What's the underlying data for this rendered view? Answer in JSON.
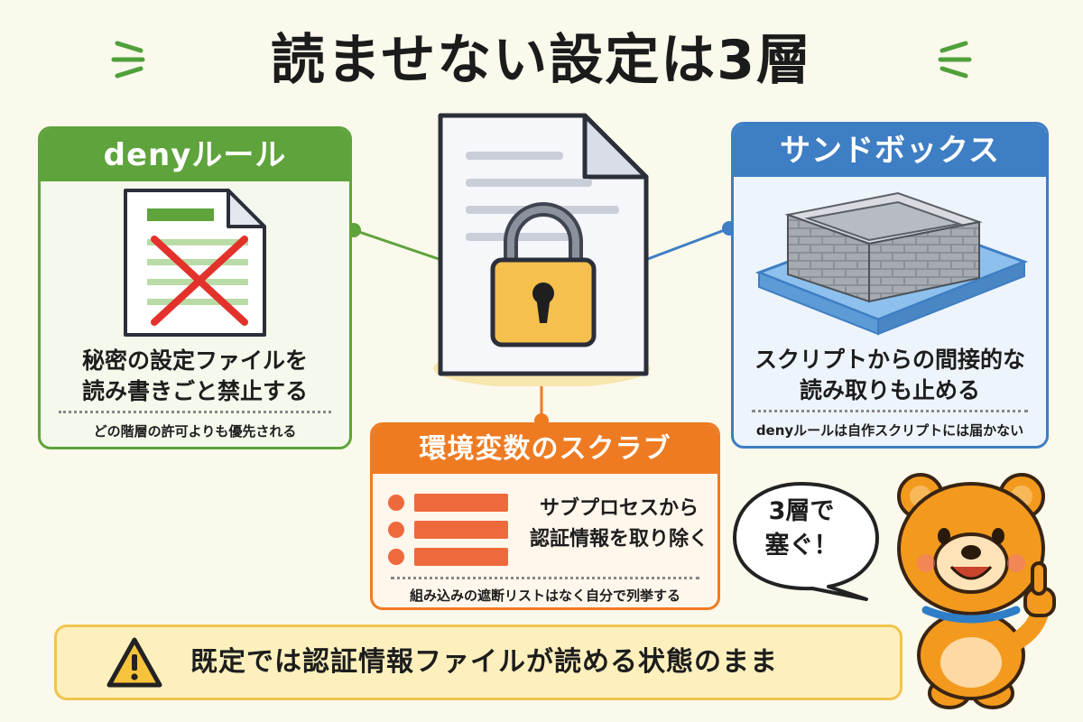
{
  "title": "読ませない設定は3層",
  "deny": {
    "header": "denyルール",
    "main_line1": "秘密の設定ファイルを",
    "main_line2": "読み書きごと禁止する",
    "note": "どの階層の許可よりも優先される"
  },
  "sandbox": {
    "header": "サンドボックス",
    "main_line1": "スクリプトからの間接的な",
    "main_line2": "読み取りも止める",
    "note": "denyルールは自作スクリプトには届かない"
  },
  "env": {
    "header": "環境変数のスクラブ",
    "main_line1": "サブプロセスから",
    "main_line2": "認証情報を取り除く",
    "note": "組み込みの遮断リストはなく自分で列挙する"
  },
  "warning": {
    "text": "既定では認証情報ファイルが読める状態のまま"
  },
  "bubble": {
    "line1": "3層で",
    "line2": "塞ぐ！"
  },
  "icons": {
    "center": "locked-document-icon",
    "deny": "crossed-out-file-icon",
    "sandbox": "brick-enclosure-icon",
    "warning": "warning-triangle-icon",
    "mascot": "bear-thumbs-up-icon"
  },
  "colors": {
    "deny": "#5ea33b",
    "sandbox": "#3e7ec4",
    "env": "#ee7b22",
    "warning_bg": "#fdf0bd",
    "warning_border": "#f0c54d"
  }
}
